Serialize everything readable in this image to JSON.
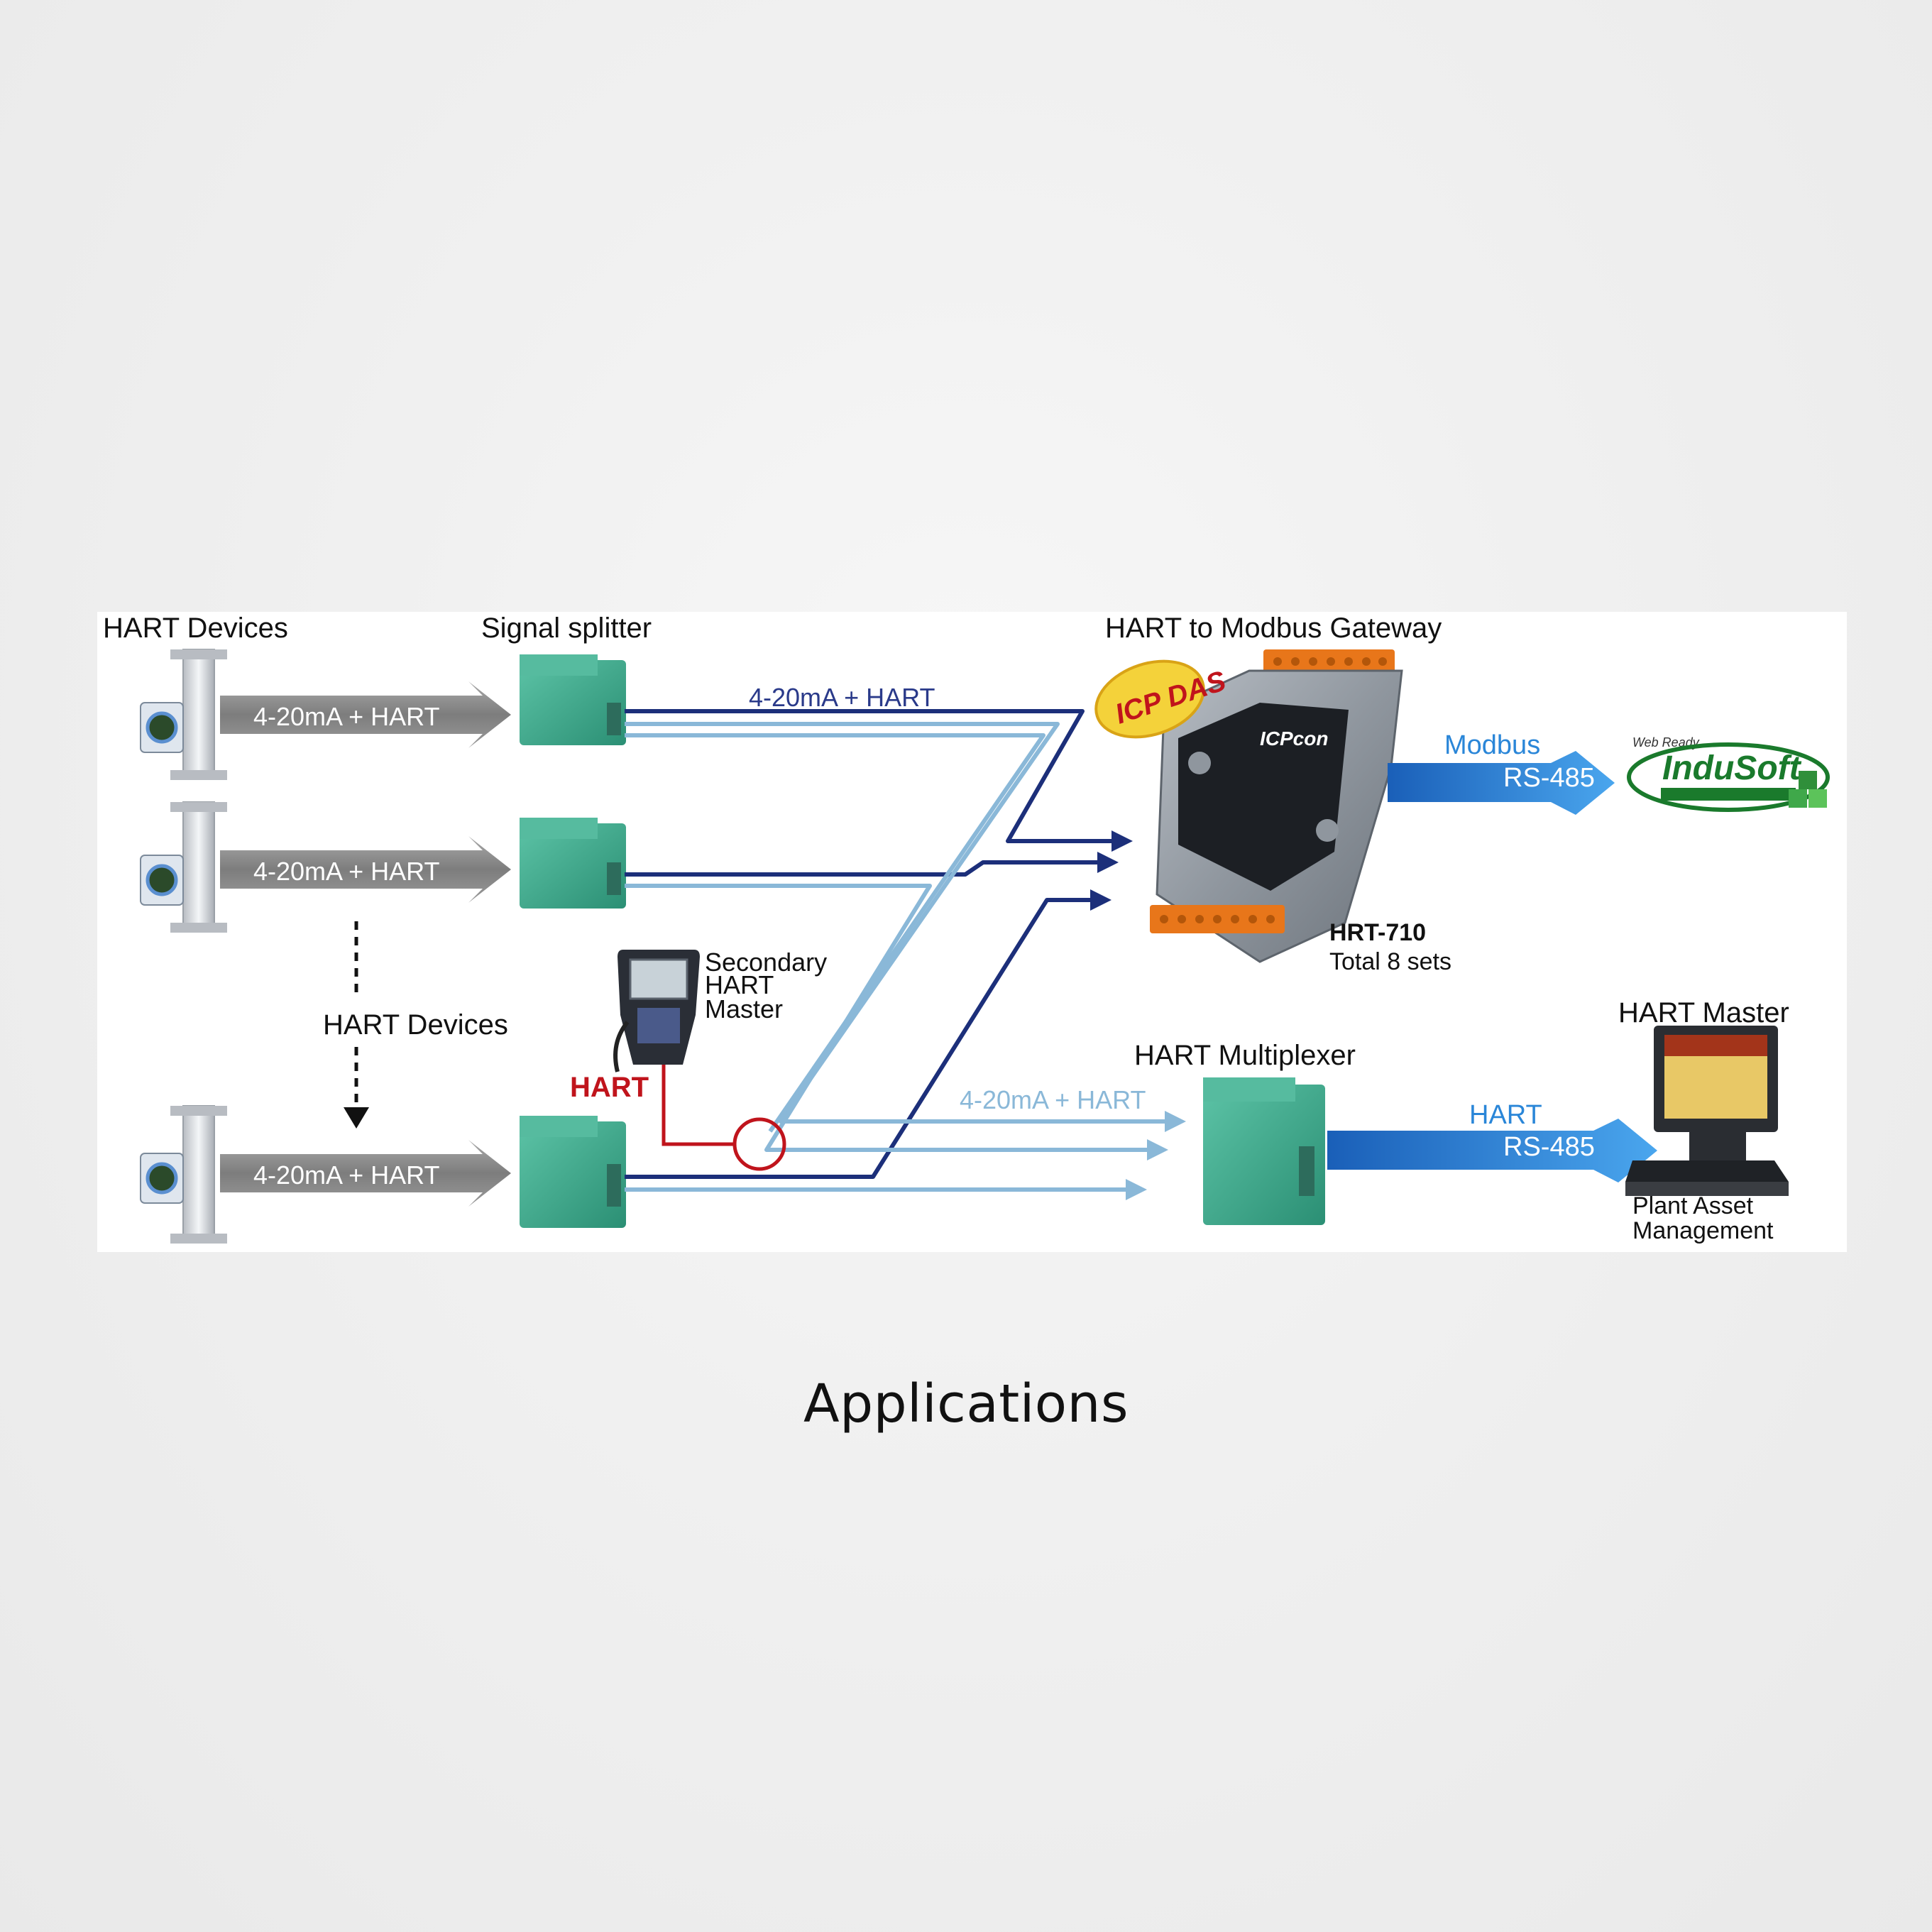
{
  "labels": {
    "hart_devices_top": "HART Devices",
    "signal_splitter": "Signal splitter",
    "gateway_title": "HART to Modbus Gateway",
    "signal_1": "4-20mA + HART",
    "signal_2": "4-20mA + HART",
    "signal_3": "4-20mA + HART",
    "signal_top_line": "4-20mA + HART",
    "signal_bottom_line": "4-20mA + HART",
    "hart_devices_middle": "HART Devices",
    "secondary_master_line1": "Secondary",
    "secondary_master_line2": "HART",
    "secondary_master_line3": "Master",
    "hart_red": "HART",
    "modbus": "Modbus",
    "rs485_top": "RS-485",
    "hart_arrow": "HART",
    "rs485_bottom": "RS-485",
    "model": "HRT-710",
    "total_sets": "Total 8 sets",
    "hart_multiplexer": "HART Multiplexer",
    "hart_master": "HART Master",
    "plant_asset_line1": "Plant Asset",
    "plant_asset_line2": "Management",
    "icp_das_logo": "ICP DAS",
    "icpcon_logo": "ICPcon",
    "indusoft_logo": "InduSoft",
    "web_ready": "Web Ready"
  },
  "caption": "Applications",
  "colors": {
    "dark_blue_line": "#1c2f7a",
    "light_blue_line": "#8ab8d8",
    "module_teal": "#3aa58a",
    "hart_red": "#c0141c",
    "arrow_blue": "#2a86d8",
    "gray_arrow": "#8a8a8a"
  }
}
